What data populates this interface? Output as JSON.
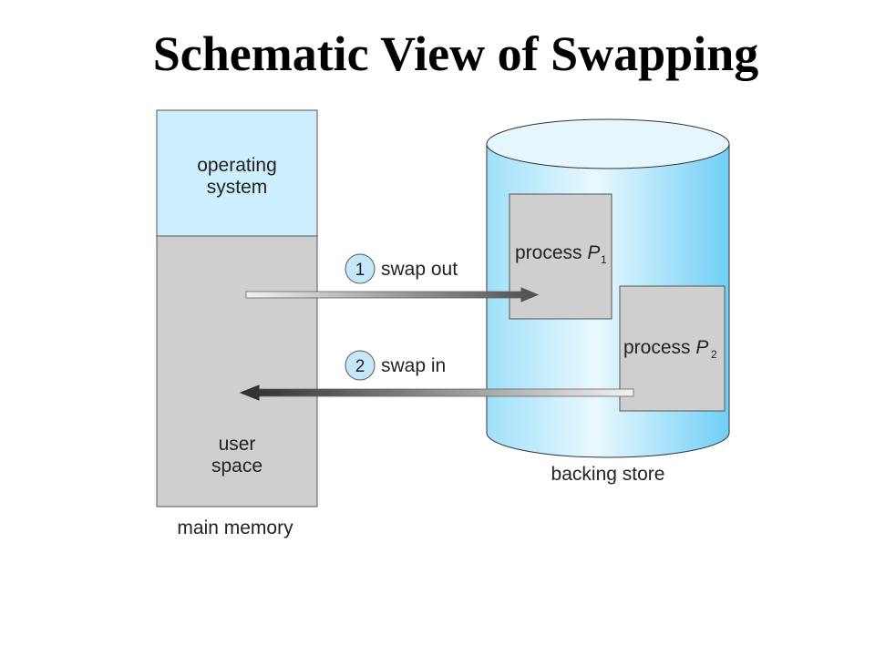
{
  "title": "Schematic View of Swapping",
  "memory": {
    "os_label_line1": "operating",
    "os_label_line2": "system",
    "user_label_line1": "user",
    "user_label_line2": "space",
    "caption": "main memory"
  },
  "store": {
    "caption": "backing store",
    "p1": {
      "text": "process ",
      "name": "P",
      "sub": "1"
    },
    "p2": {
      "text": "process ",
      "name": "P",
      "sub": "2"
    }
  },
  "steps": [
    {
      "number": "1",
      "label": "swap out"
    },
    {
      "number": "2",
      "label": "swap in"
    }
  ],
  "colors": {
    "os_region": "#cdeefc",
    "user_region": "#cfcfcf",
    "store_light": "#e6f6fd",
    "store_dark": "#7fd4f7",
    "badge": "#c5e8f8"
  }
}
